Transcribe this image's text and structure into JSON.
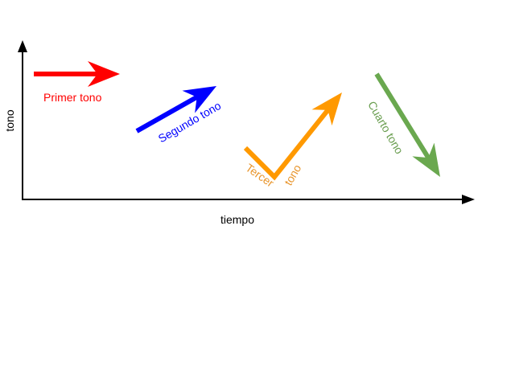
{
  "axes": {
    "x_label": "tiempo",
    "y_label": "tono"
  },
  "tones": [
    {
      "label": "Primer tono",
      "color": "#ff0000",
      "shape": "level"
    },
    {
      "label": "Segundo tono",
      "color": "#0000ff",
      "shape": "rising"
    },
    {
      "label_part1": "Tercer",
      "label_part2": "tono",
      "color": "#ff9900",
      "text_color": "#e8942a",
      "shape": "dipping-rising"
    },
    {
      "label": "Cuarto tono",
      "color": "#6aa84f",
      "text_color": "#6a9e50",
      "shape": "falling"
    }
  ]
}
